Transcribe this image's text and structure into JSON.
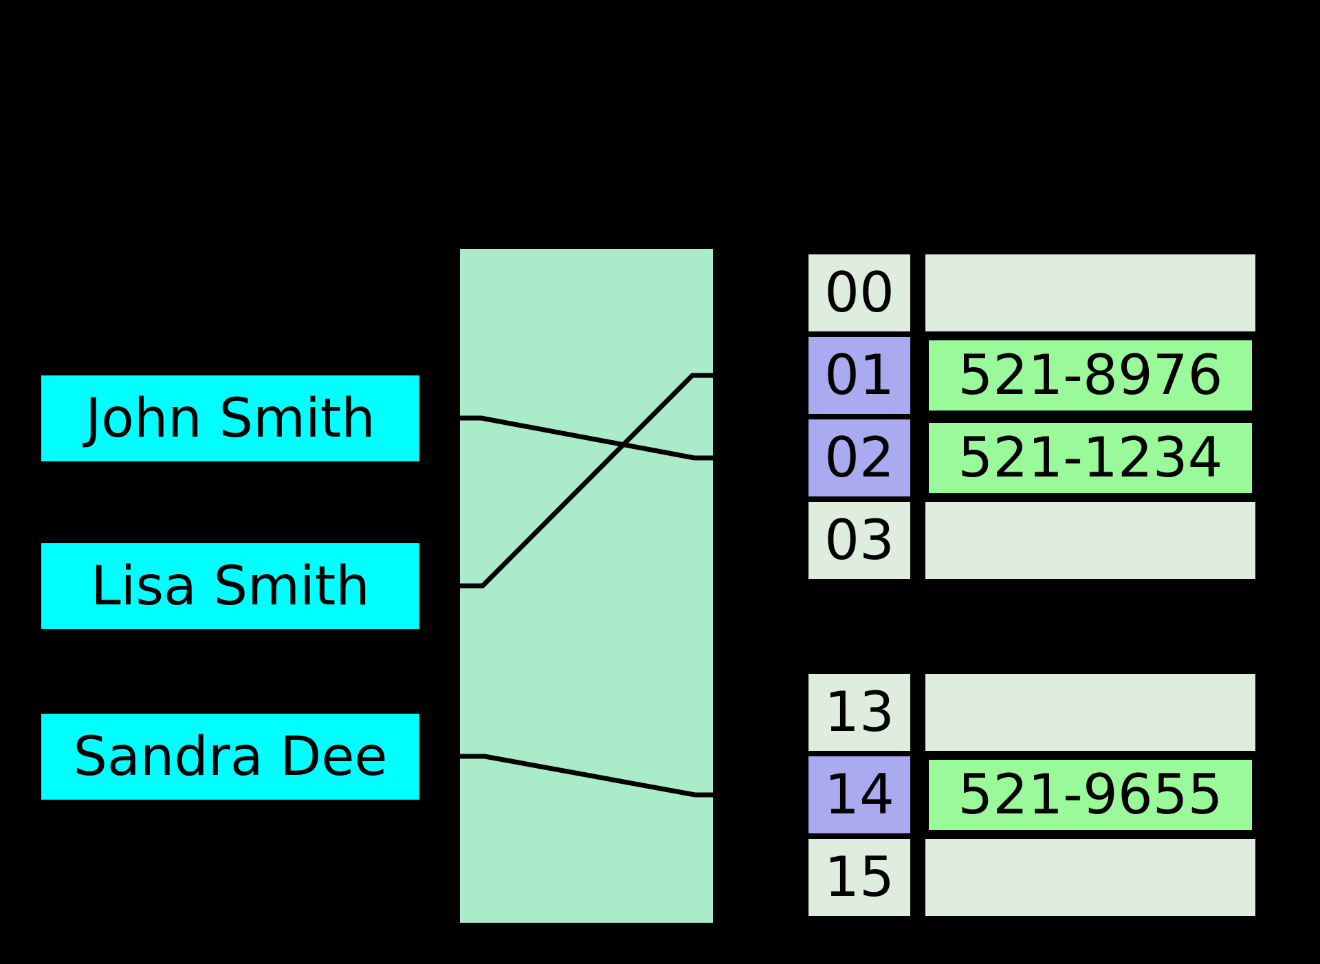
{
  "diagram": {
    "type": "hash-table",
    "keys": {
      "items": [
        {
          "label": "John Smith"
        },
        {
          "label": "Lisa Smith"
        },
        {
          "label": "Sandra Dee"
        }
      ]
    },
    "buckets": {
      "groups": [
        {
          "rows": [
            {
              "index": "00",
              "value": "",
              "highlighted": false,
              "filled": false
            },
            {
              "index": "01",
              "value": "521-8976",
              "highlighted": true,
              "filled": true
            },
            {
              "index": "02",
              "value": "521-1234",
              "highlighted": true,
              "filled": true
            },
            {
              "index": "03",
              "value": "",
              "highlighted": false,
              "filled": false
            }
          ]
        },
        {
          "rows": [
            {
              "index": "13",
              "value": "",
              "highlighted": false,
              "filled": false
            },
            {
              "index": "14",
              "value": "521-9655",
              "highlighted": true,
              "filled": true
            },
            {
              "index": "15",
              "value": "",
              "highlighted": false,
              "filled": false
            }
          ]
        }
      ]
    },
    "connections": [
      {
        "from": "John Smith",
        "to": "02"
      },
      {
        "from": "Lisa Smith",
        "to": "01"
      },
      {
        "from": "Sandra Dee",
        "to": "14"
      }
    ],
    "colors": {
      "background": "#000000",
      "key_box": "#00FFFF",
      "hash_box": "#AAEBCA",
      "bucket_empty": "#DEEDDE",
      "index_highlight": "#AAAAF0",
      "value_filled": "#9AFA9A",
      "line": "#000000",
      "text": "#000000"
    }
  }
}
